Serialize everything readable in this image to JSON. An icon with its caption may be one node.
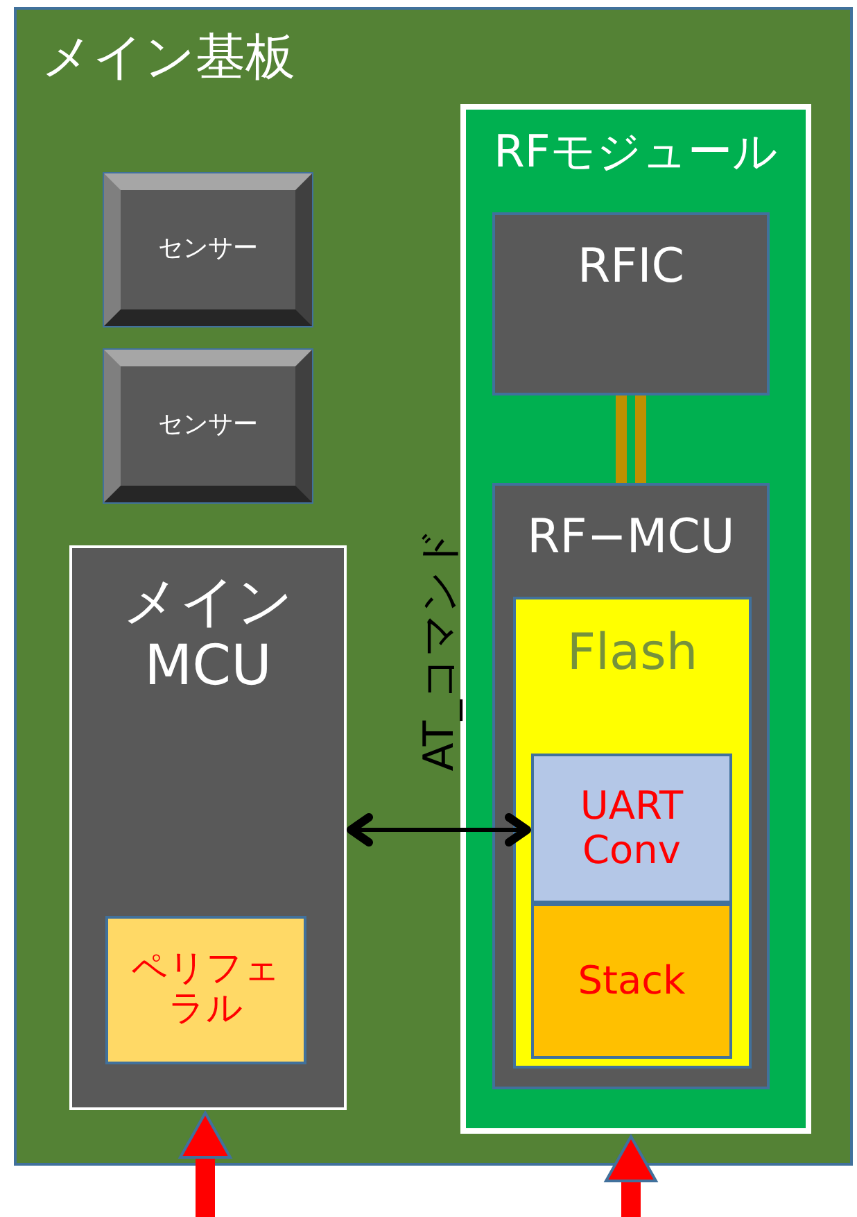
{
  "diagram": {
    "nodes": [
      {
        "text": [
          "メイン基板"
        ]
      },
      {
        "text": [
          "センサー"
        ],
        "in": 0
      },
      {
        "text": [
          "センサー"
        ],
        "in": 0
      },
      {
        "text": [
          "メインMCU"
        ],
        "in": 0
      },
      {
        "text": [
          "ペリフェラル"
        ],
        "in": 3
      },
      {
        "text": [
          "RFモジュール"
        ],
        "in": 0
      },
      {
        "text": [
          "RFIC"
        ],
        "in": 5
      },
      {
        "text": [
          "RF−MCU"
        ],
        "in": 5
      },
      {
        "text": [
          "Flash"
        ],
        "in": 7
      },
      {
        "text": [
          "UART Conv"
        ],
        "in": 8
      },
      {
        "text": [
          "Stack"
        ],
        "in": 8
      }
    ],
    "edges": [
      {
        "from": 6,
        "to": 7,
        "arrow": "none",
        "color": "#bf9000"
      },
      {
        "from": 3,
        "to": 9,
        "arrow": "both",
        "label": "AT_コマンド",
        "color": "#000000"
      },
      {
        "from": null,
        "to": 3,
        "arrow": "to",
        "color": "#ff0000"
      },
      {
        "from": null,
        "to": 5,
        "arrow": "to",
        "color": "#ff0000"
      }
    ]
  }
}
